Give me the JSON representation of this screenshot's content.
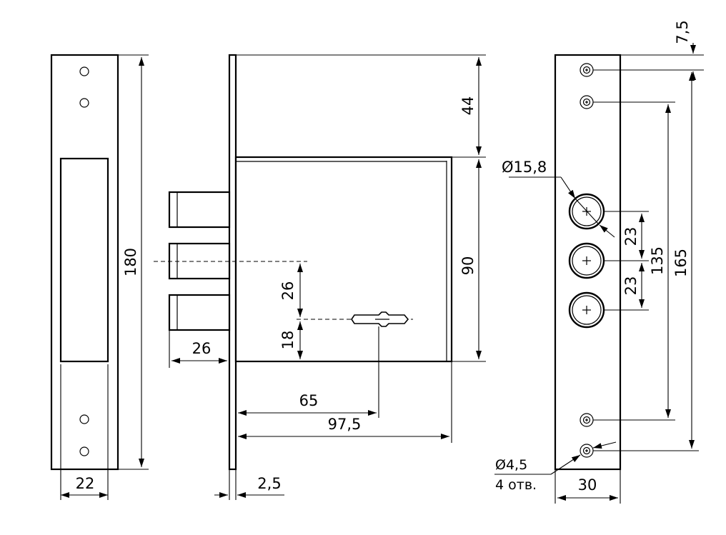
{
  "drawing": {
    "colors": {
      "line": "#000000",
      "background": "#ffffff"
    },
    "left_view": {
      "height_label": "180",
      "width_label": "22"
    },
    "side_view": {
      "top_offset_label": "44",
      "body_height_label": "90",
      "bolt_spacing_label": "26",
      "keyhole_offset_label": "18",
      "bolt_projection_label": "26",
      "keyhole_backset_label": "65",
      "body_depth_label": "97,5",
      "faceplate_thickness_label": "2,5"
    },
    "right_view": {
      "top_hole_offset_label": "7,5",
      "bolt_diameter_label": "Ø15,8",
      "bolt_pitch_upper_label": "23",
      "bolt_pitch_lower_label": "23",
      "inner_holes_label": "135",
      "outer_holes_label": "165",
      "screw_hole_diameter_label": "Ø4,5",
      "screw_hole_count_label": "4 отв.",
      "width_label": "30"
    }
  }
}
